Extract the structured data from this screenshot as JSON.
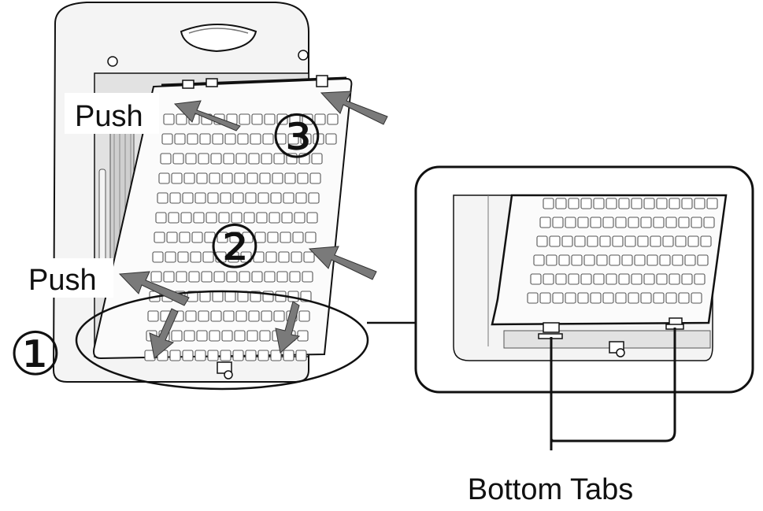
{
  "labels": {
    "push_top": "Push",
    "push_middle": "Push",
    "step_1": "①",
    "step_2": "②",
    "step_3": "③",
    "bottom_tabs": "Bottom Tabs"
  },
  "colors": {
    "line": "#111111",
    "purifier_body": "#f4f4f4",
    "purifier_shade": "#d9d9d9",
    "panel": "#fbfbfb",
    "grille": "#555555",
    "arrow": "#7a7a7a",
    "background": "#ffffff"
  },
  "icons": {
    "arrow": "push-arrow-icon",
    "callout": "callout-connector-line"
  }
}
